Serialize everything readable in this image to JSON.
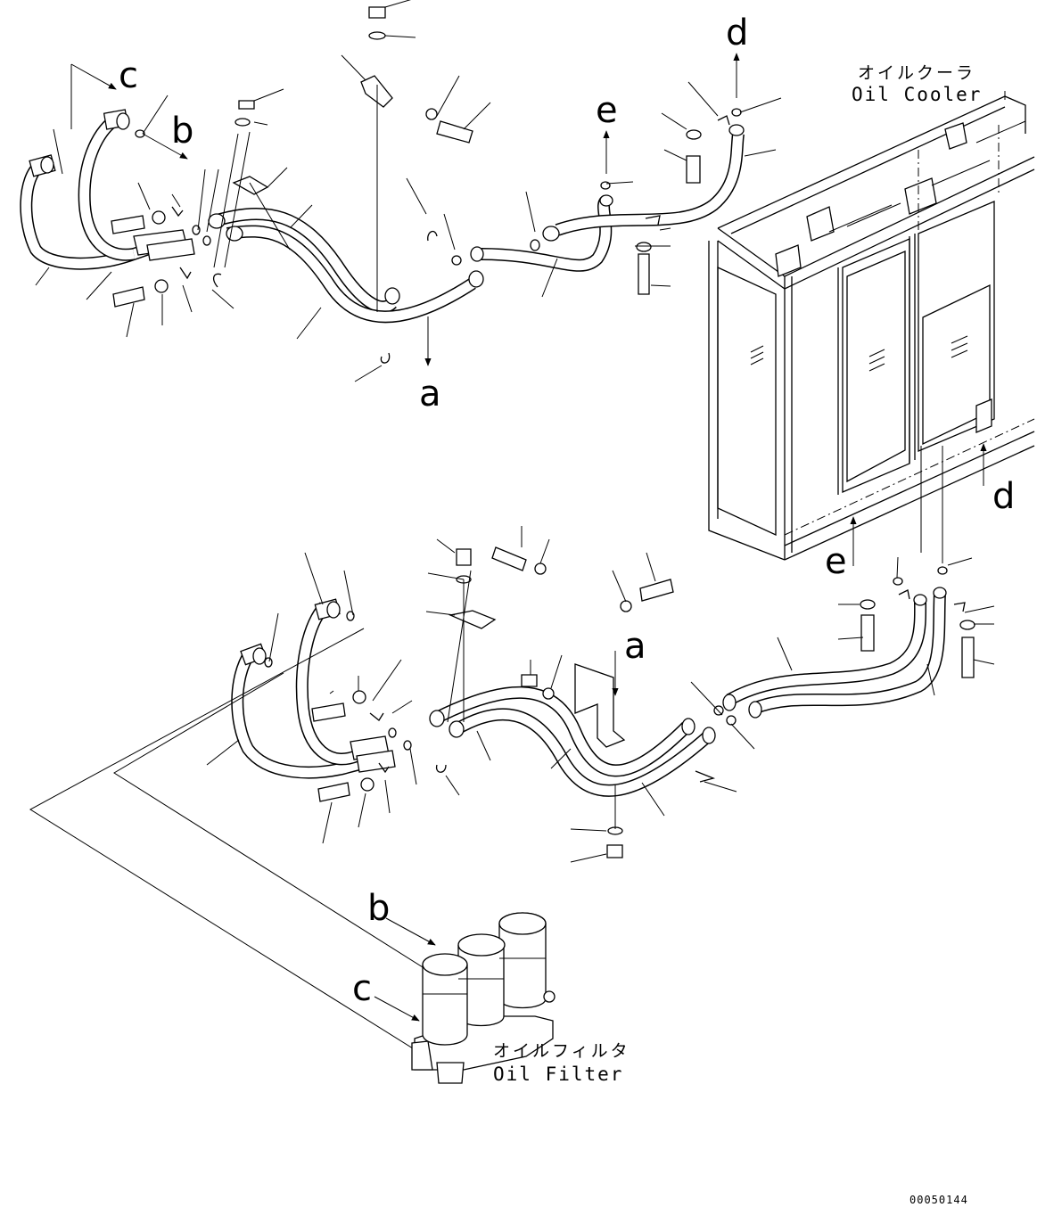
{
  "diagram": {
    "callouts": {
      "a_top": "a",
      "b_top": "b",
      "c_top": "c",
      "d_top": "d",
      "e_top": "e",
      "a_mid": "a",
      "d_right": "d",
      "e_right": "e",
      "b_bottom": "b",
      "c_bottom": "c"
    },
    "oil_cooler": {
      "label_jp": "オイルクーラ",
      "label_en": "Oil Cooler"
    },
    "oil_filter": {
      "label_jp": "オイルフィルタ",
      "label_en": "Oil Filter"
    },
    "drawing_number": "00050144"
  }
}
